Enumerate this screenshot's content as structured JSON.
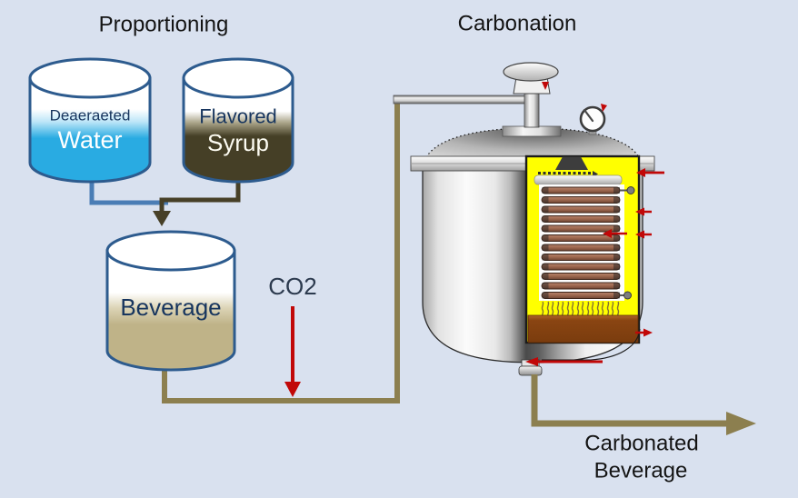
{
  "titles": {
    "left": "Proportioning",
    "right": "Carbonation"
  },
  "tanks": {
    "water": {
      "label_top": "Deaeraeted",
      "label_bottom": "Water",
      "liquid_color": "#29abe2"
    },
    "syrup": {
      "label_top": "Flavored",
      "label_bottom": "Syrup",
      "liquid_color": "#453f26"
    },
    "beverage": {
      "label": "Beverage",
      "liquid_color": "#bfb388"
    }
  },
  "annotations": {
    "co2_label": "CO2",
    "output_label_line1": "Carbonated",
    "output_label_line2": "Beverage"
  },
  "colors": {
    "background": "#d9e1ef",
    "tank_outline": "#2d5b8e",
    "water_pipe": "#4a7db5",
    "syrup_pipe": "#474027",
    "beverage_pipe": "#8c7f4f",
    "flow_red": "#c10808",
    "cutaway_yellow": "#ffff00",
    "coil_copper": "#a06a50",
    "pool_brown": "#8a4512",
    "label_navy": "#17355e",
    "label_light": "#fdfcf2",
    "title_color": "#141414",
    "co2_label_color": "#2c3a4e"
  }
}
